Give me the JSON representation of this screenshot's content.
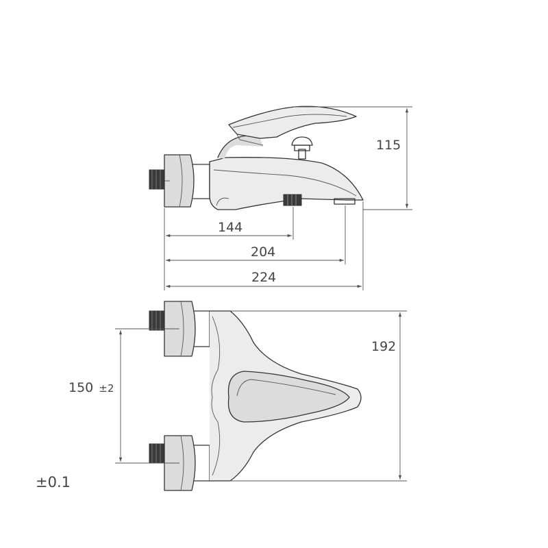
{
  "side_view": {
    "dim_height": "115",
    "dim_144": "144",
    "dim_204": "204",
    "dim_224": "224"
  },
  "top_view": {
    "dim_depth": "192",
    "dim_spacing": "150",
    "dim_spacing_tol": "±2"
  },
  "general_tolerance": "±0.1",
  "colors": {
    "line": "#333333",
    "shade": "#dcdcdc",
    "thread": "#3a3a3a",
    "text": "#444444"
  }
}
